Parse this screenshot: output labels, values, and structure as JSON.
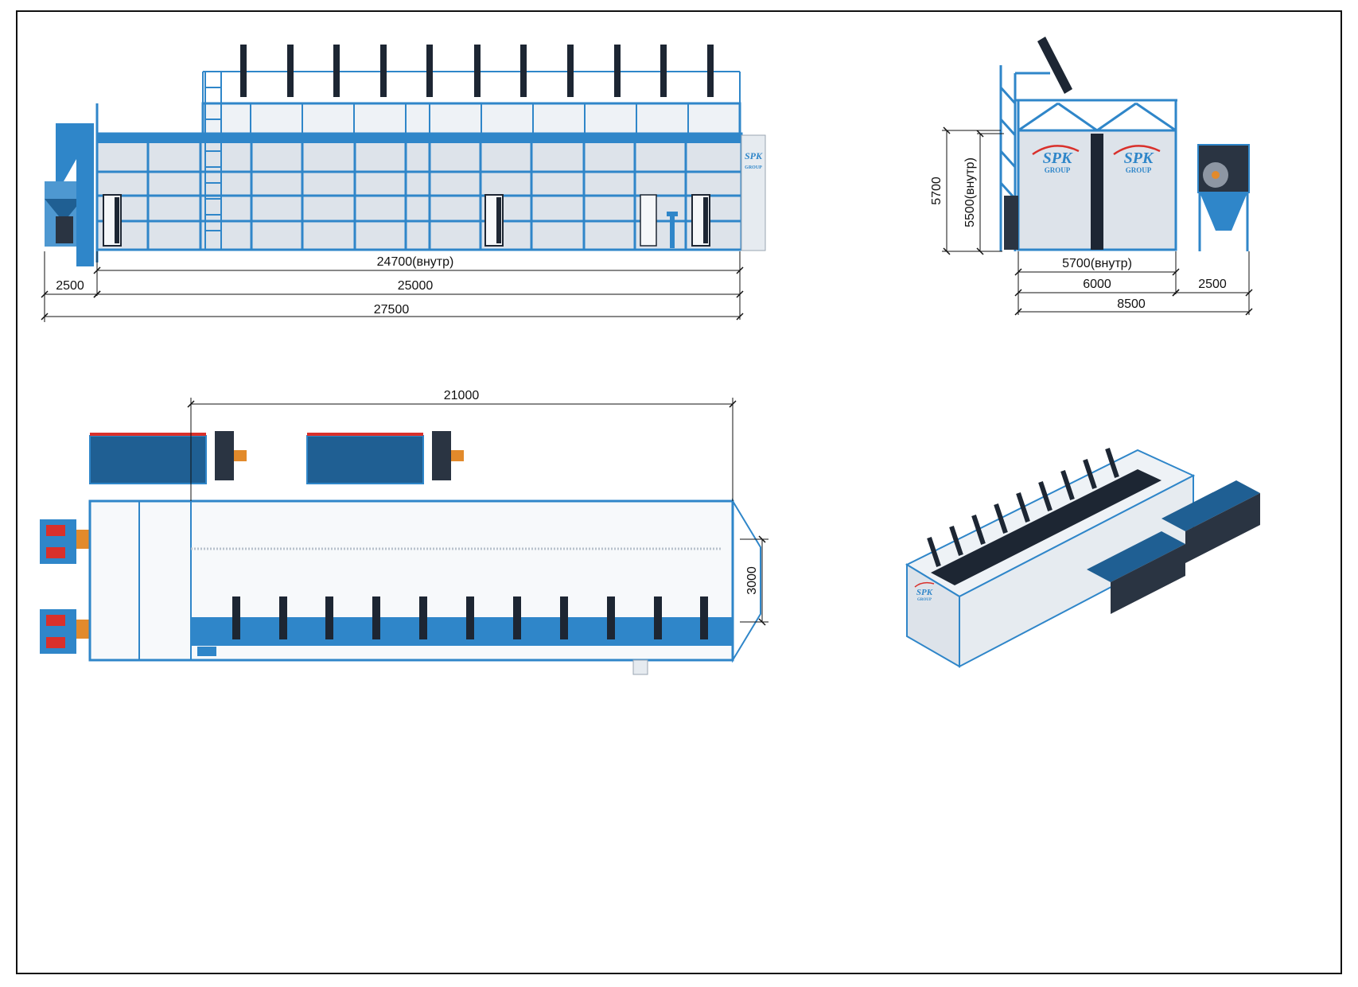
{
  "brand": {
    "logo_main": "SPK",
    "logo_sub": "GROUP",
    "colors": {
      "frame": "#2f86c9",
      "panel": "#dde3ea",
      "dark": "#1d2633",
      "accent": "#d9302b",
      "line": "#111111"
    }
  },
  "front_view": {
    "dims": {
      "inner_length": "24700(внутр)",
      "booth_length": "25000",
      "filter_width": "2500",
      "total_length": "27500"
    }
  },
  "side_view": {
    "dims": {
      "height_outer": "5700",
      "height_inner": "5500(внутр)",
      "width_inner": "5700(внутр)",
      "width_outer": "6000",
      "unit_width": "2500",
      "total_width": "8500"
    }
  },
  "plan_view": {
    "dims": {
      "length": "21000",
      "depth": "3000"
    }
  },
  "iso_view": {}
}
